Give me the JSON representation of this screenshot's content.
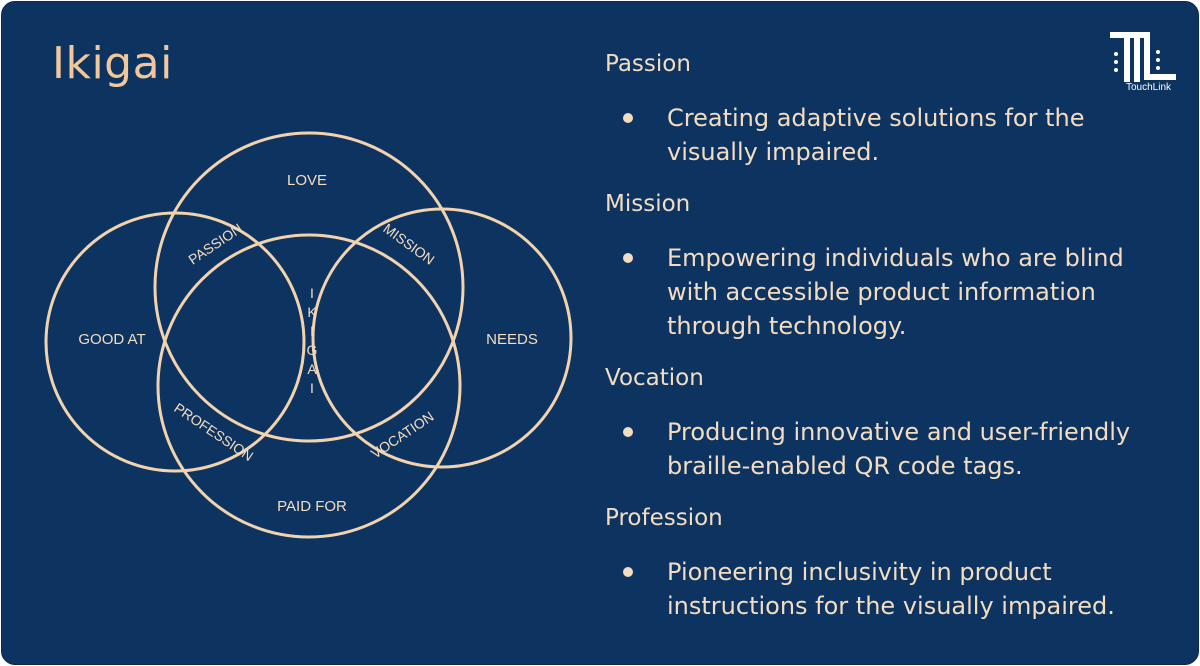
{
  "slide": {
    "title": "Ikigai",
    "logo_caption": "TouchLink"
  },
  "venn": {
    "outer_labels": {
      "love": "LOVE",
      "good_at": "GOOD AT",
      "needs": "NEEDS",
      "paid_for": "PAID FOR"
    },
    "overlap_labels": {
      "passion": "PASSION",
      "mission": "MISSION",
      "profession": "PROFESSION",
      "vocation": "VOCATION"
    },
    "center_letters": [
      "I",
      "K",
      "I",
      "G",
      "A",
      "I"
    ]
  },
  "sections": [
    {
      "heading": "Passion",
      "lines": [
        "Creating adaptive solutions for the",
        "visually impaired."
      ]
    },
    {
      "heading": "Mission",
      "lines": [
        "Empowering individuals who are blind",
        "with accessible product information",
        "through technology."
      ]
    },
    {
      "heading": "Vocation",
      "lines": [
        "Producing innovative and user-friendly",
        "braille-enabled QR code tags."
      ]
    },
    {
      "heading": "Profession",
      "lines": [
        "Pioneering inclusivity in product",
        "instructions for the visually impaired."
      ]
    }
  ],
  "colors": {
    "background": "#0d3361",
    "accent": "#f3c79c",
    "text": "#f3dcc0"
  }
}
